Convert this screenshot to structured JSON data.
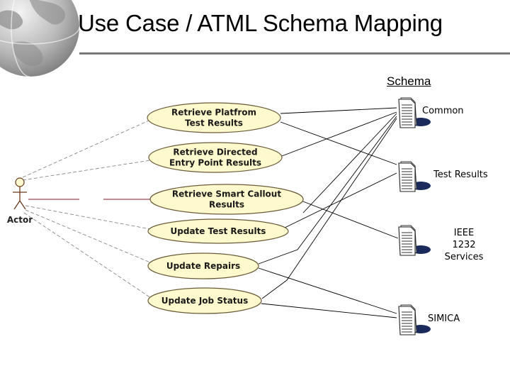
{
  "slide": {
    "title": "Use Case / ATML Schema Mapping"
  },
  "diagram": {
    "actor": {
      "label": "Actor"
    },
    "schema_heading": "Schema",
    "use_cases": [
      {
        "id": "uc1",
        "lines": [
          "Retrieve Platfrom",
          "Test Results"
        ]
      },
      {
        "id": "uc2",
        "lines": [
          "Retrieve Directed",
          "Entry Point Results"
        ]
      },
      {
        "id": "uc3",
        "lines": [
          "Retrieve Smart Callout",
          "Results"
        ]
      },
      {
        "id": "uc4",
        "lines": [
          "Update Test Results"
        ]
      },
      {
        "id": "uc5",
        "lines": [
          "Update Repairs"
        ]
      },
      {
        "id": "uc6",
        "lines": [
          "Update Job Status"
        ]
      }
    ],
    "schemas": [
      {
        "id": "s1",
        "lines": [
          "Common"
        ]
      },
      {
        "id": "s2",
        "lines": [
          "Test Results"
        ]
      },
      {
        "id": "s3",
        "lines": [
          "IEEE",
          "1232",
          "Services"
        ]
      },
      {
        "id": "s4",
        "lines": [
          "SIMICA"
        ]
      }
    ]
  },
  "colors": {
    "use_case_fill": "#fffacd",
    "use_case_stroke": "#6b5a3a",
    "actor_line": "#7a1a2a",
    "document_icon": "#1a2a5a"
  }
}
